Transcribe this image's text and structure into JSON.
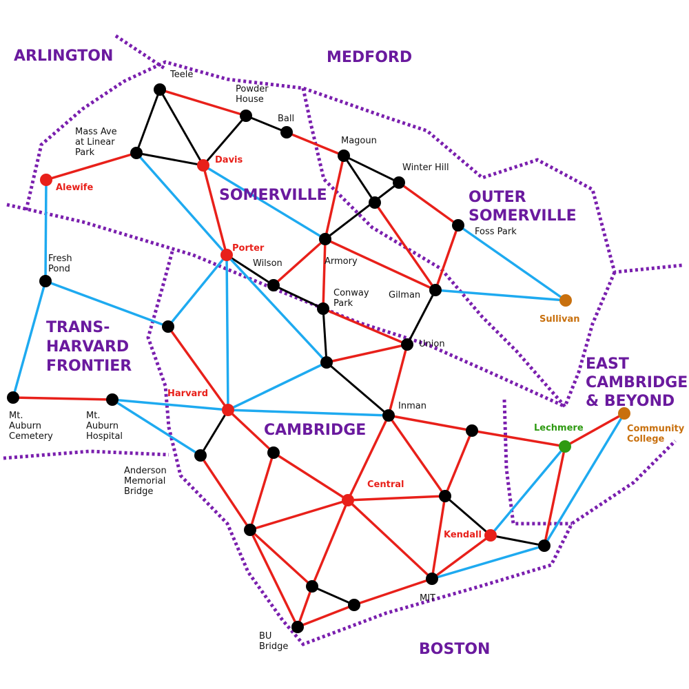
{
  "regions": {
    "arlington": "ARLINGTON",
    "medford": "MEDFORD",
    "somerville": "SOMERVILLE",
    "outer_somerville_1": "OUTER",
    "outer_somerville_2": "SOMERVILLE",
    "trans_harvard_1": "TRANS-",
    "trans_harvard_2": "HARVARD",
    "trans_harvard_3": "FRONTIER",
    "cambridge": "CAMBRIDGE",
    "east_cambridge_1": "EAST",
    "east_cambridge_2": "CAMBRIDGE",
    "east_cambridge_3": "& BEYOND",
    "boston": "BOSTON"
  },
  "stations": {
    "teele": "Teele",
    "powder_house_1": "Powder",
    "powder_house_2": "House",
    "ball": "Ball",
    "mass_ave_1": "Mass Ave",
    "mass_ave_2": "at Linear",
    "mass_ave_3": "Park",
    "davis": "Davis",
    "magoun": "Magoun",
    "winter_hill": "Winter Hill",
    "alewife": "Alewife",
    "foss_park": "Foss Park",
    "porter": "Porter",
    "wilson": "Wilson",
    "armory": "Armory",
    "fresh_pond_1": "Fresh",
    "fresh_pond_2": "Pond",
    "conway_park_1": "Conway",
    "conway_park_2": "Park",
    "gilman": "Gilman",
    "sullivan": "Sullivan",
    "union": "Union",
    "harvard": "Harvard",
    "inman": "Inman",
    "mt_auburn_cemetery_1": "Mt.",
    "mt_auburn_cemetery_2": "Auburn",
    "mt_auburn_cemetery_3": "Cemetery",
    "mt_auburn_hospital_1": "Mt.",
    "mt_auburn_hospital_2": "Auburn",
    "mt_auburn_hospital_3": "Hospital",
    "lechmere": "Lechmere",
    "community_college_1": "Community",
    "community_college_2": "College",
    "anderson_1": "Anderson",
    "anderson_2": "Memorial",
    "anderson_3": "Bridge",
    "central": "Central",
    "kendall": "Kendall",
    "mit": "MIT",
    "bu_bridge_1": "BU",
    "bu_bridge_2": "Bridge"
  },
  "colors": {
    "region_text": "#6a1a9e",
    "border": "#7a1fae",
    "red_line": "#e8201a",
    "blue_line": "#1eaaf0",
    "black_line": "#000000",
    "node_black": "#000000",
    "node_red": "#e8201a",
    "node_orange": "#c8700e",
    "node_green": "#2e9a12"
  }
}
